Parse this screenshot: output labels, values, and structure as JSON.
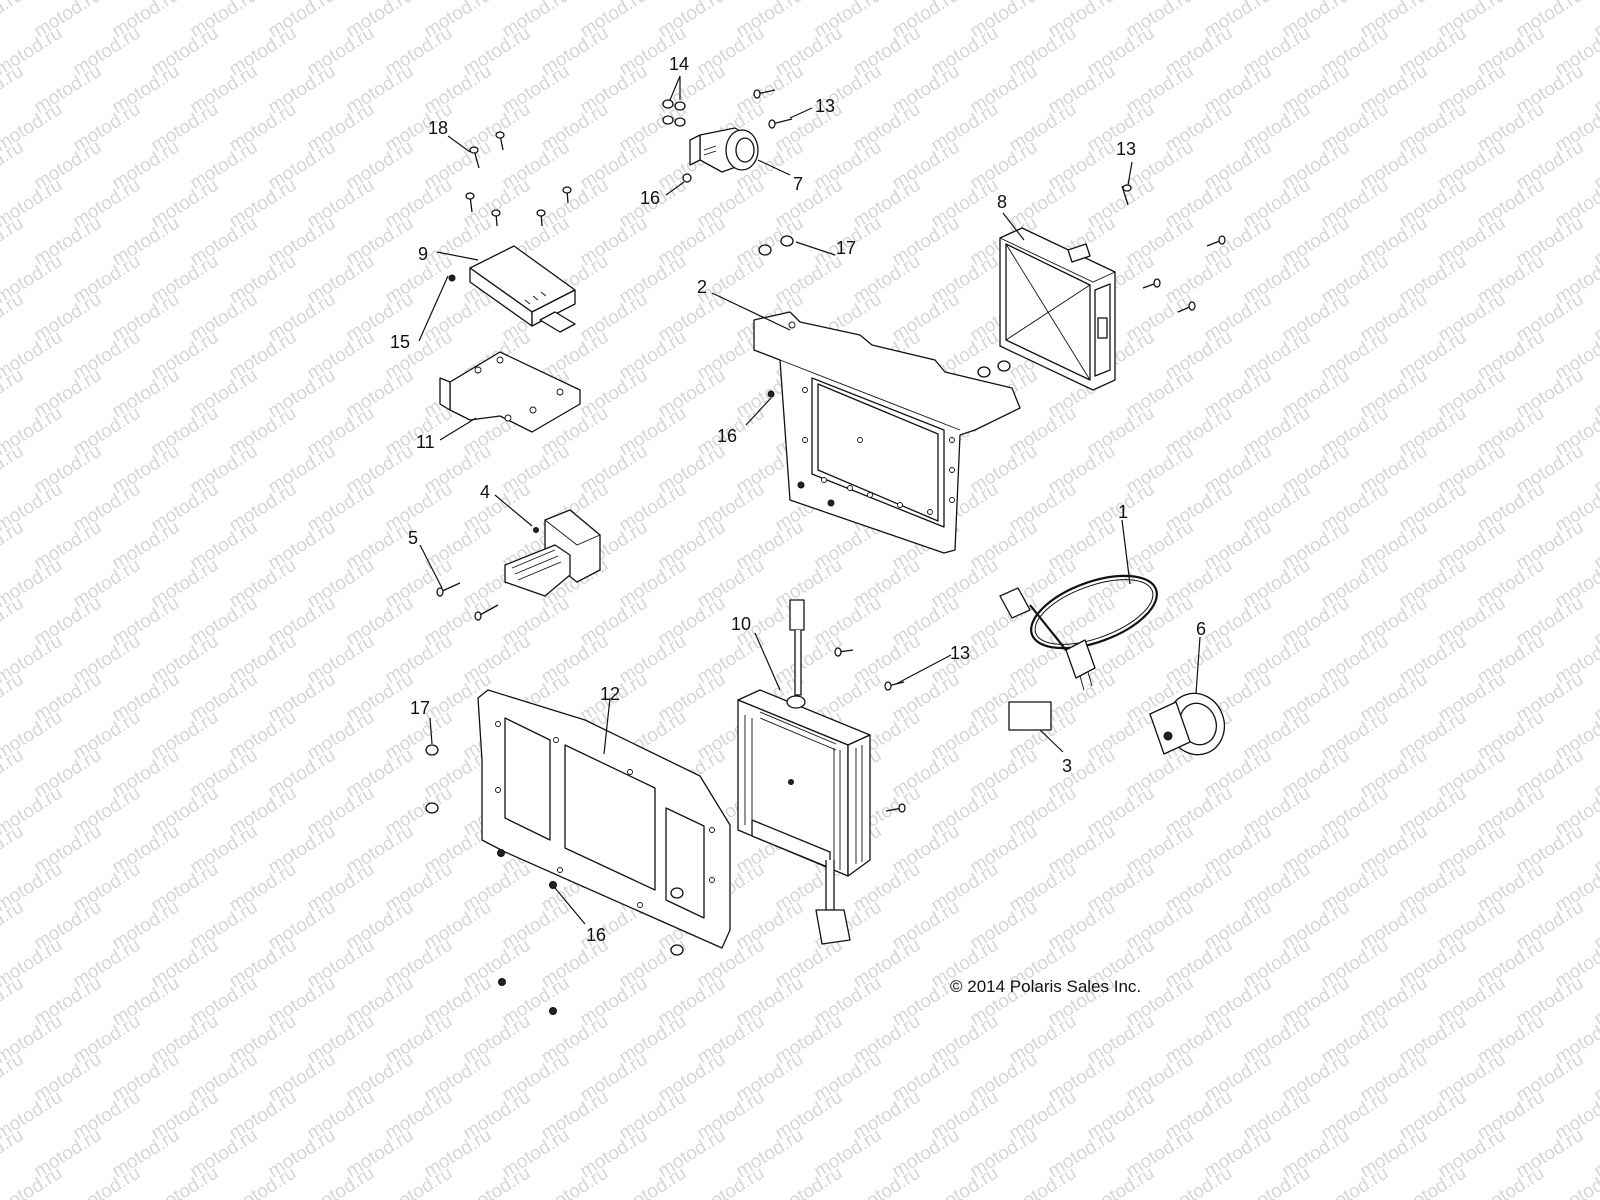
{
  "watermark": "motod.ru",
  "copyright": "© 2014 Polaris Sales Inc.",
  "callouts": {
    "c1": "1",
    "c2": "2",
    "c3": "3",
    "c4": "4",
    "c5": "5",
    "c6": "6",
    "c7": "7",
    "c8": "8",
    "c9": "9",
    "c10": "10",
    "c11": "11",
    "c12": "12",
    "c13a": "13",
    "c13b": "13",
    "c13c": "13",
    "c14": "14",
    "c15": "15",
    "c16a": "16",
    "c16b": "16",
    "c16c": "16",
    "c17a": "17",
    "c17b": "17",
    "c18": "18"
  },
  "colors": {
    "line": "#111111",
    "watermark": "#d6d6d6",
    "background": "#ffffff"
  }
}
